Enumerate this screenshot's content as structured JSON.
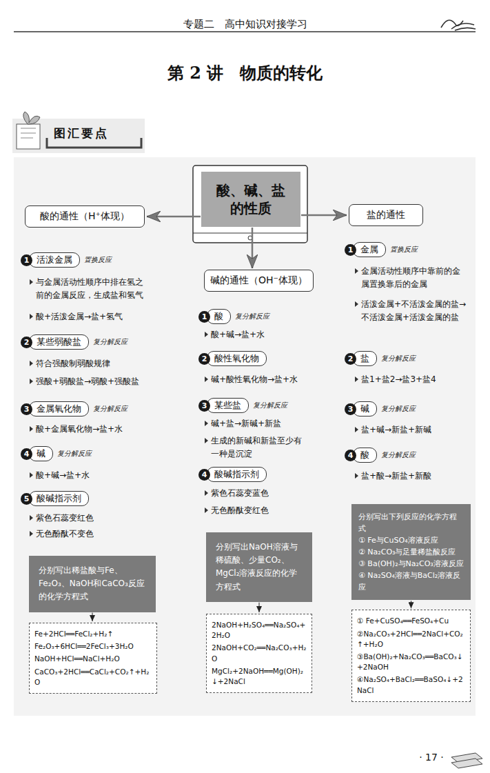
{
  "diagram": {
    "title": "第 2 讲　物质的转化",
    "nodes": [
      {
        "text": [
          "酸、碱、盐的性质"
        ]
      },
      {
        "text": [
          "酸的通性（H⁺体现）"
        ]
      },
      {
        "text": [
          "碱的通性（OH⁻体现）"
        ]
      },
      {
        "text": [
          "盐的通性"
        ]
      },
      {
        "text": [
          "1",
          "活泼金属",
          "置换反应"
        ]
      },
      {
        "text": [
          "2",
          "某些弱酸盐",
          "复分解反应"
        ]
      },
      {
        "text": [
          "3",
          "金属氧化物",
          "复分解反应"
        ]
      },
      {
        "text": [
          "4",
          "碱",
          "复分解反应"
        ]
      },
      {
        "text": [
          "5",
          "酸碱指示剂"
        ]
      },
      {
        "text": [
          "分别写出稀盐酸与Fe、Fe₂O₃、NaOH和CaCO₃反应的化学方程式"
        ]
      },
      {
        "text": [
          "Fe+2HCl══FeCl₂+H₂↑",
          "Fe₂O₃+6HCl══2FeCl₃+3H₂O",
          "NaOH+HCl══NaCl+H₂O",
          "CaCO₃+2HCl══CaCl₂+CO₂↑+H₂O"
        ]
      },
      {
        "text": [
          "1",
          "酸",
          "复分解反应"
        ]
      },
      {
        "text": [
          "2",
          "酸性氧化物"
        ]
      },
      {
        "text": [
          "3",
          "某些盐",
          "复分解反应"
        ]
      },
      {
        "text": [
          "4",
          "酸碱指示剂"
        ]
      },
      {
        "text": [
          "分别写出NaOH溶液与稀硫酸、少量CO₂、MgCl₂溶液反应的化学方程式"
        ]
      },
      {
        "text": [
          "2NaOH+H₂SO₄══Na₂SO₄+2H₂O",
          "2NaOH+CO₂══Na₂CO₃+H₂O",
          "MgCl₂+2NaOH══Mg(OH)₂↓+2NaCl"
        ]
      },
      {
        "text": [
          "1",
          "金属",
          "置换反应"
        ]
      },
      {
        "text": [
          "2",
          "盐",
          "复分解反应"
        ]
      },
      {
        "text": [
          "3",
          "碱",
          "复分解反应"
        ]
      },
      {
        "text": [
          "4",
          "酸",
          "复分解反应"
        ]
      },
      {
        "text": [
          "分别写出下列反应的化学方程式",
          "① Fe与CuSO₄溶液反应",
          "② Na₂CO₃与足量稀盐酸反应",
          "③ Ba(OH)₂与Na₂CO₃溶液反应",
          "④ Na₂SO₄溶液与BaCl₂溶液反应"
        ]
      },
      {
        "text": [
          "① Fe+CuSO₄══FeSO₄+Cu",
          "②Na₂CO₃+2HCl══2NaCl+CO₂↑+H₂O",
          "③Ba(OH)₂+Na₂CO₃══BaCO₃↓+2NaOH",
          "④Na₂SO₄+BaCl₂══BaSO₄↓+2NaCl"
        ]
      }
    ],
    "edges": [
      {
        "from": 0,
        "to": 1,
        "arrow": "to"
      },
      {
        "from": 0,
        "to": 2,
        "arrow": "to"
      },
      {
        "from": 0,
        "to": 3,
        "arrow": "to"
      },
      {
        "from": 9,
        "to": 10,
        "arrow": "to"
      },
      {
        "from": 15,
        "to": 16,
        "arrow": "to"
      },
      {
        "from": 21,
        "to": 22,
        "arrow": "to"
      }
    ],
    "labels": [
      "专题二　高中知识对接学习",
      "图汇要点",
      "与金属活动性顺序中排在氢之前的金属反应，生成盐和氢气",
      "酸+活泼金属→盐+氢气",
      "符合强酸制弱酸规律",
      "强酸+弱酸盐→弱酸+强酸盐",
      "酸+金属氧化物→盐+水",
      "酸+碱→盐+水",
      "紫色石蕊变红色",
      "无色酚酞不变色",
      "酸+碱→盐+水",
      "碱+酸性氧化物→盐+水",
      "碱+盐→新碱+新盐",
      "生成的新碱和新盐至少有一种是沉淀",
      "紫色石蕊变蓝色",
      "无色酚酞变红色",
      "金属活动性顺序中靠前的金属置换靠后的金属",
      "活泼金属+不活泼金属的盐→不活泼金属+活泼金属的盐",
      "盐1+盐2→盐3+盐4",
      "盐+碱→新盐+新碱",
      "盐+酸→新盐+新酸",
      "· 17 ·"
    ]
  }
}
